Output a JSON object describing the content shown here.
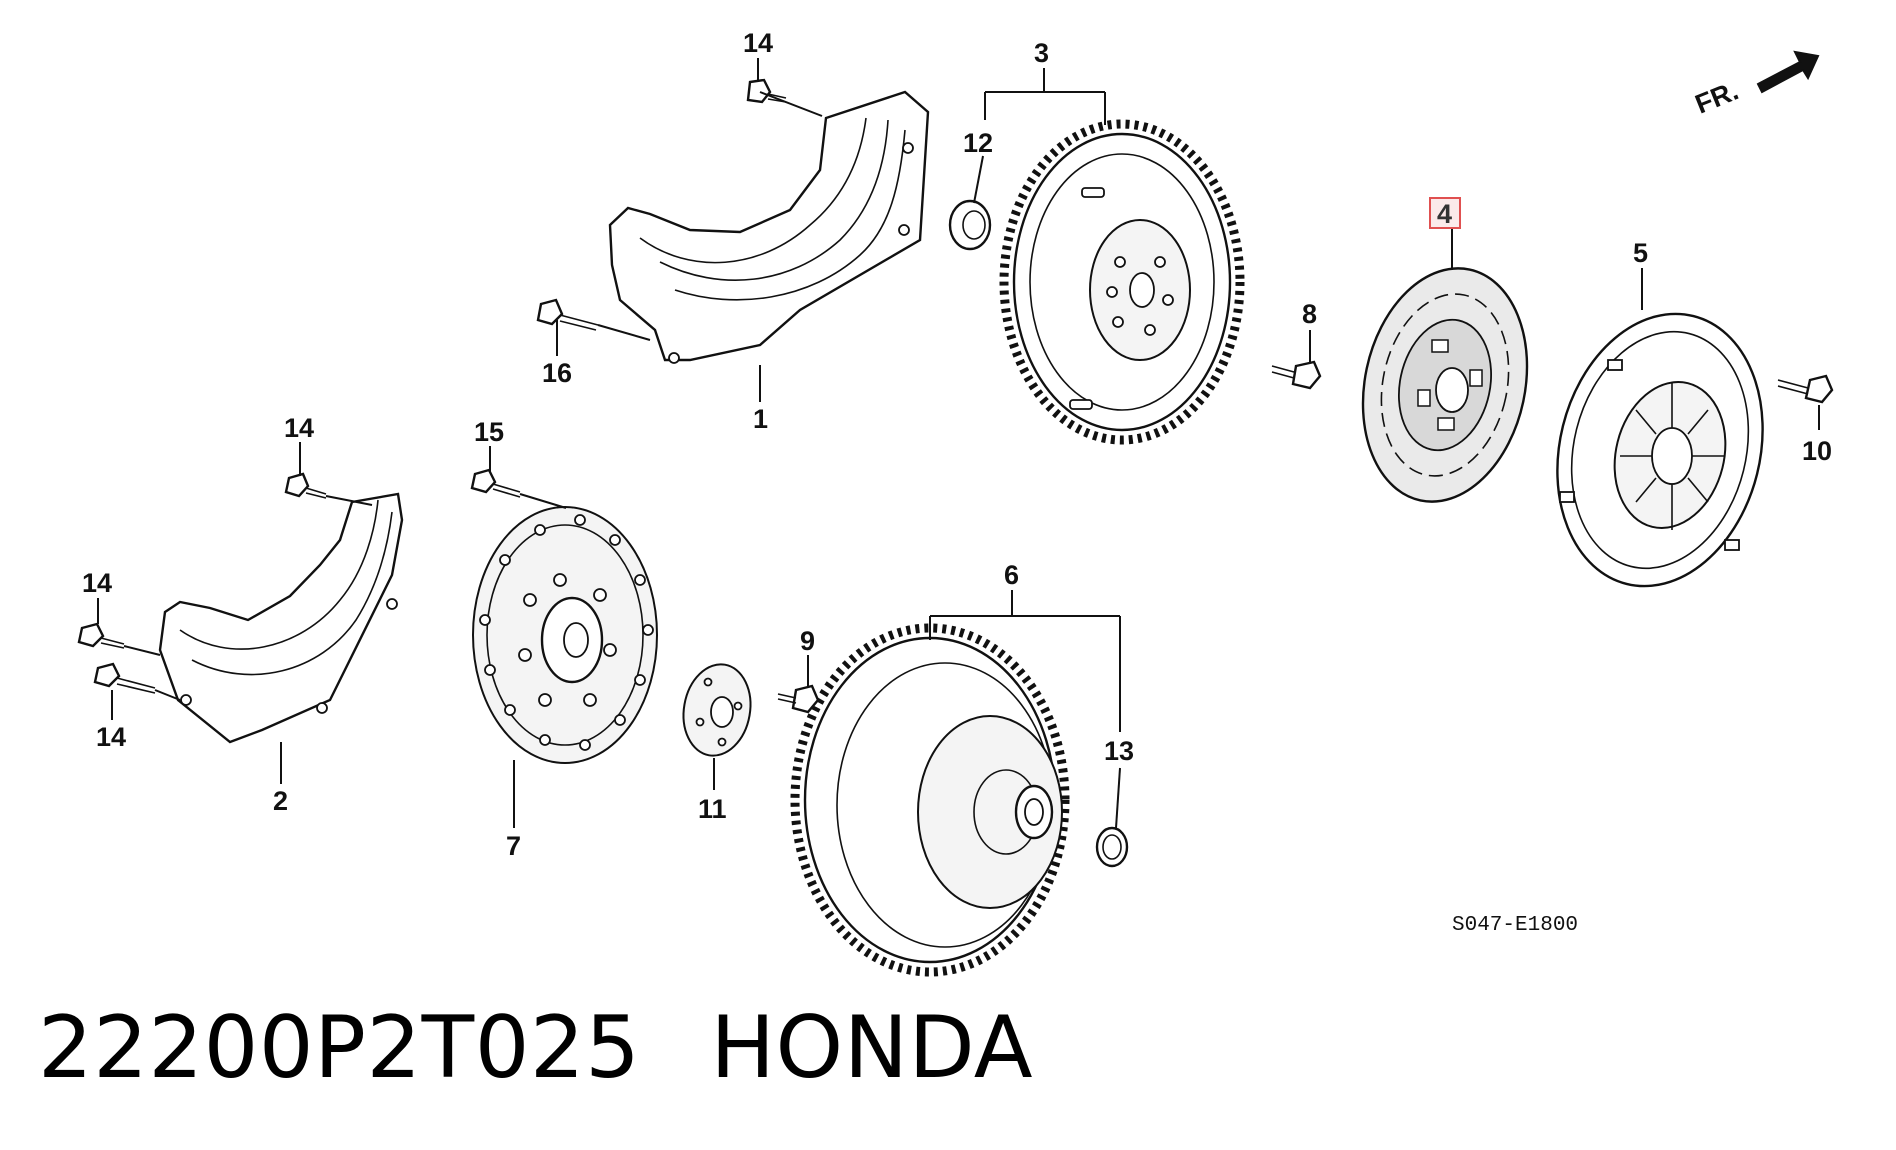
{
  "diagram": {
    "callouts": {
      "c1": "1",
      "c2": "2",
      "c3": "3",
      "c4": "4",
      "c5": "5",
      "c6": "6",
      "c7": "7",
      "c8": "8",
      "c9": "9",
      "c10": "10",
      "c11": "11",
      "c12": "12",
      "c13": "13",
      "c14a": "14",
      "c14b": "14",
      "c14c": "14",
      "c14d": "14",
      "c15": "15",
      "c16": "16"
    },
    "highlighted_callout": "4",
    "highlight_color": "#e05050",
    "front_arrow_label": "FR.",
    "diagram_code": "S047-E1800"
  },
  "caption": {
    "part_number": "22200P2T025",
    "brand": "HONDA"
  }
}
